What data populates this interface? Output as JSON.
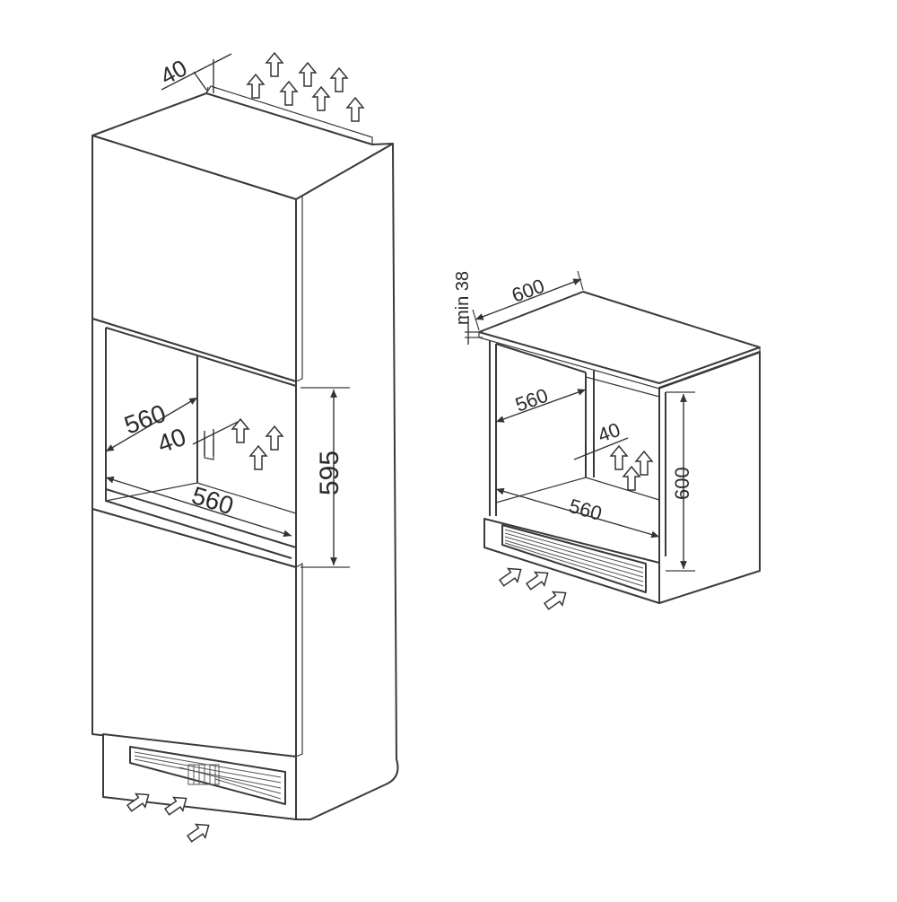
{
  "colors": {
    "line": "#3a3a3a",
    "background": "#ffffff"
  },
  "tall_cabinet": {
    "dims": {
      "top_gap": "40",
      "niche_width_back": "560",
      "niche_gap": "40",
      "niche_width_front": "560",
      "niche_height": "595"
    }
  },
  "base_cabinet": {
    "dims": {
      "min_gap": "min 38",
      "depth": "600",
      "niche_width_back": "560",
      "niche_gap": "40",
      "niche_width_front": "560",
      "height": "600"
    }
  },
  "icons": [
    "airflow-up-arrow-icon",
    "airflow-in-arrow-icon"
  ]
}
